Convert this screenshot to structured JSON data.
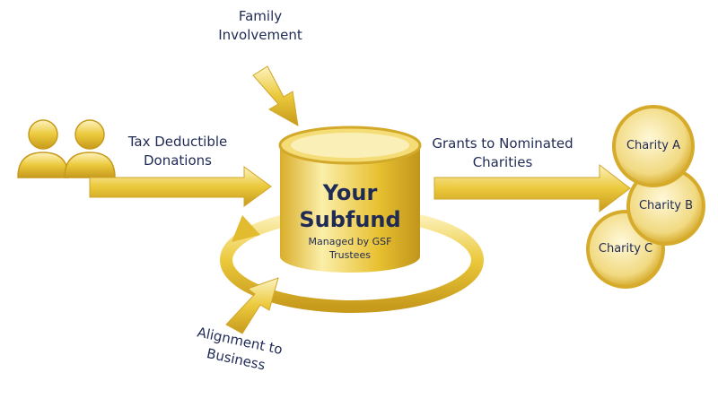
{
  "labels": {
    "family": [
      "Family",
      "Involvement"
    ],
    "tax": [
      "Tax Deductible",
      "Donations"
    ],
    "grants": [
      "Grants to Nominated",
      "Charities"
    ],
    "alignment": [
      "Alignment to",
      "Business"
    ]
  },
  "center": {
    "title": [
      "Your",
      "Subfund"
    ],
    "subtitle": [
      "Managed by GSF",
      "Trustees"
    ]
  },
  "charities": [
    "Charity A",
    "Charity B",
    "Charity C"
  ],
  "colors": {
    "gold": "#e8c132",
    "gold_light": "#fbeeab",
    "gold_dark": "#b8901a",
    "text": "#1f2a55"
  }
}
